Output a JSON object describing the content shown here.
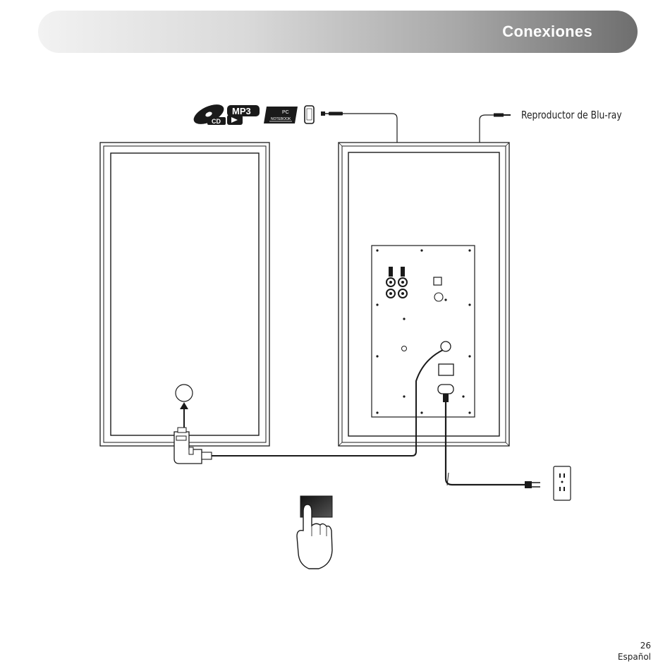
{
  "header": {
    "title": "Conexiones"
  },
  "labels": {
    "bluray": "Reproductor de Blu-ray"
  },
  "source_icons": {
    "cd": "CD",
    "mp3": "MP3",
    "pc": "PC",
    "notebook": "NOTEBOOK"
  },
  "footer": {
    "page_number": "26",
    "language": "Español"
  }
}
